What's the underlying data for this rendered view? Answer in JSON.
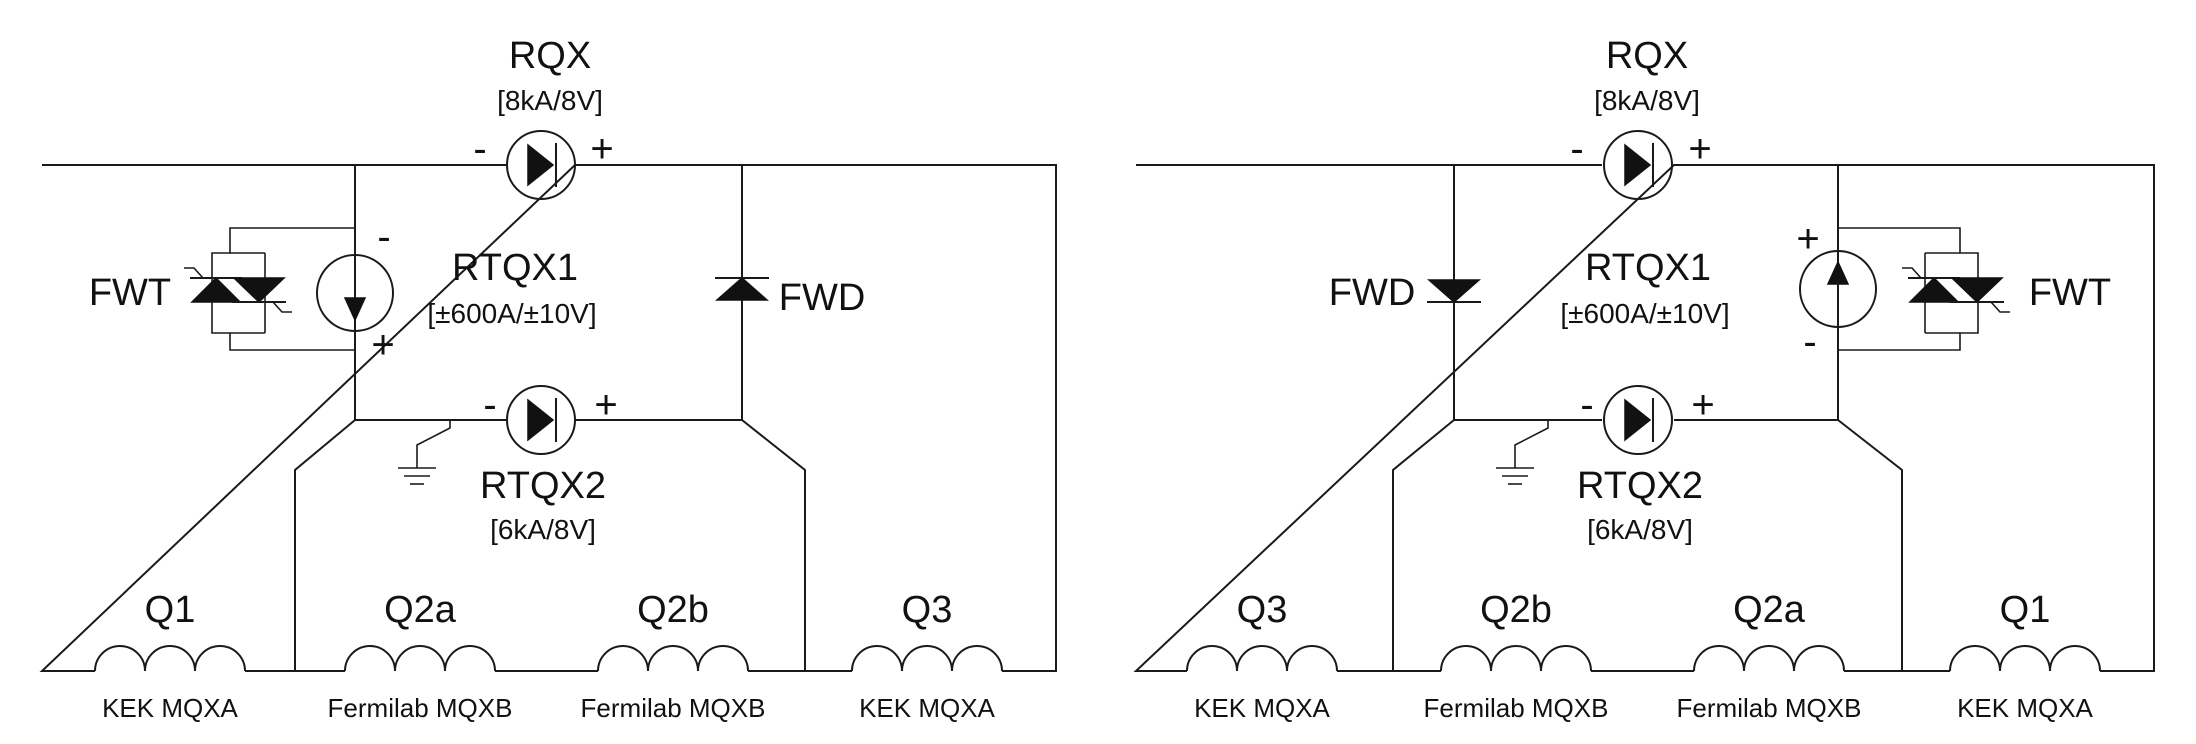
{
  "left_circuit": {
    "rqx": {
      "name": "RQX",
      "rating": "[8kA/8V]"
    },
    "rtqx1": {
      "name": "RTQX1",
      "rating": "[±600A/±10V]"
    },
    "rtqx2": {
      "name": "RTQX2",
      "rating": "[6kA/8V]"
    },
    "fwt": "FWT",
    "fwd": "FWD",
    "magnets": [
      {
        "name": "Q1",
        "type": "KEK MQXA"
      },
      {
        "name": "Q2a",
        "type": "Fermilab MQXB"
      },
      {
        "name": "Q2b",
        "type": "Fermilab MQXB"
      },
      {
        "name": "Q3",
        "type": "KEK MQXA"
      }
    ]
  },
  "right_circuit": {
    "rqx": {
      "name": "RQX",
      "rating": "[8kA/8V]"
    },
    "rtqx1": {
      "name": "RTQX1",
      "rating": "[±600A/±10V]"
    },
    "rtqx2": {
      "name": "RTQX2",
      "rating": "[6kA/8V]"
    },
    "fwt": "FWT",
    "fwd": "FWD",
    "magnets": [
      {
        "name": "Q3",
        "type": "KEK MQXA"
      },
      {
        "name": "Q2b",
        "type": "Fermilab MQXB"
      },
      {
        "name": "Q2a",
        "type": "Fermilab MQXB"
      },
      {
        "name": "Q1",
        "type": "KEK MQXA"
      }
    ]
  },
  "polarity": {
    "minus": "-",
    "plus": "+"
  }
}
